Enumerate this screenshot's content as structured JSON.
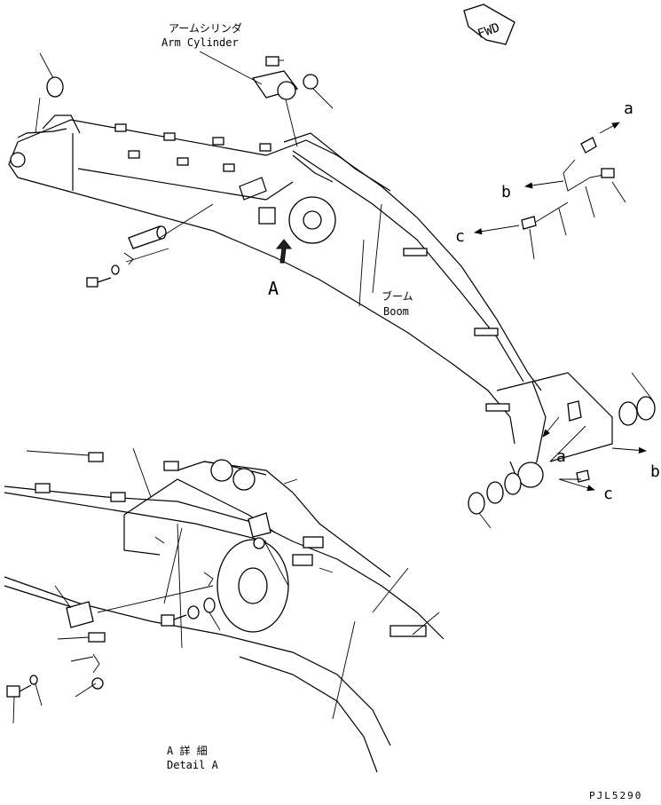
{
  "labels": {
    "arm_cylinder_jp": "アームシリンダ",
    "arm_cylinder_en": "Arm Cylinder",
    "boom_jp": "ブーム",
    "boom_en": "Boom",
    "fwd": "FWD",
    "view_a": "A",
    "detail_a_jp": "A 詳 細",
    "detail_a_en": "Detail A",
    "ref_a_top": "a",
    "ref_b_top": "b",
    "ref_c_top": "c",
    "ref_a_bottom": "a",
    "ref_b_bottom": "b",
    "ref_c_bottom": "c",
    "drawing_number": "PJL5290"
  }
}
